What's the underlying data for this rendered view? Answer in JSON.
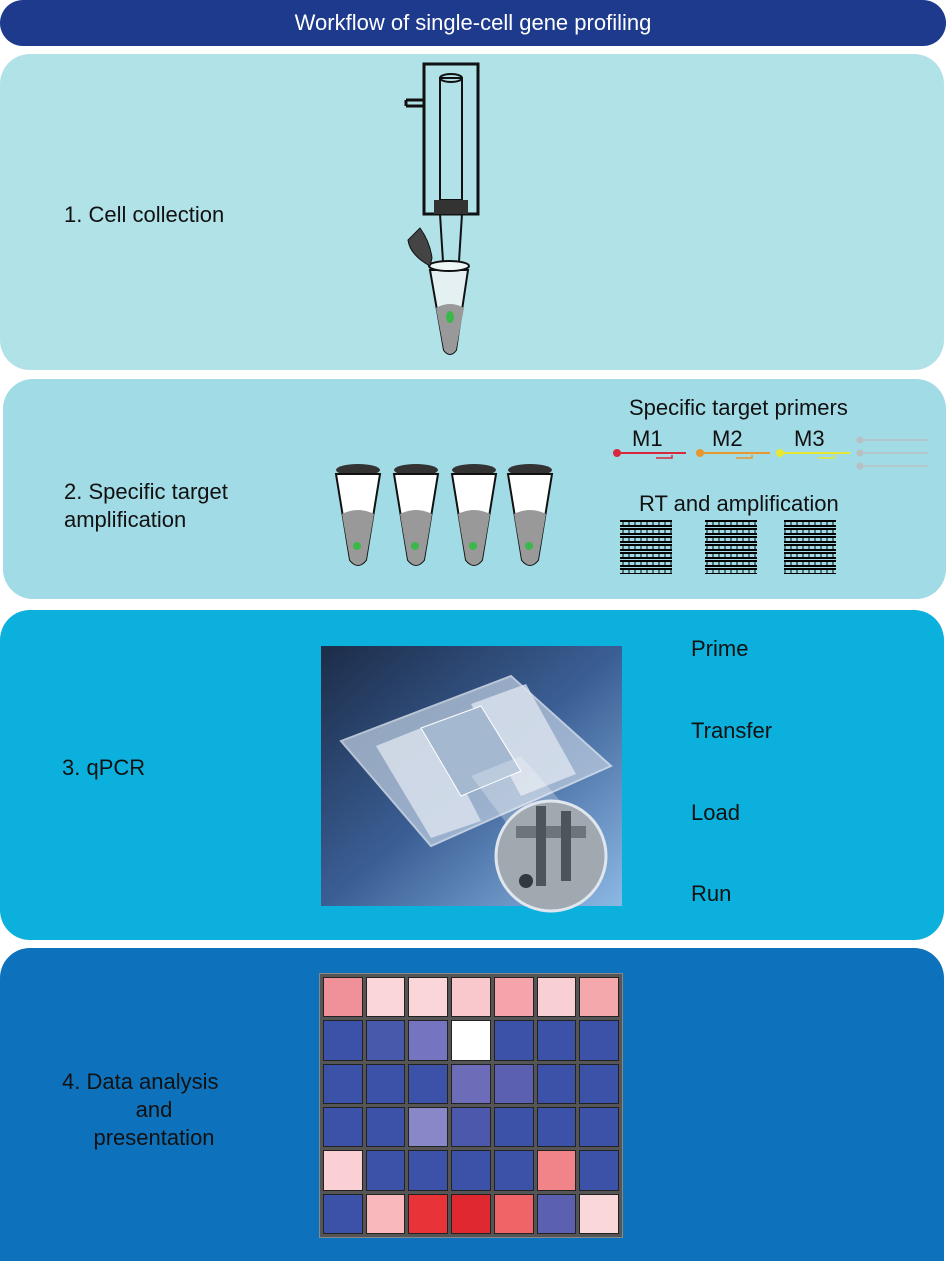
{
  "header": {
    "title": "Workflow of single-cell gene profiling"
  },
  "steps": [
    {
      "label": "1. Cell collection"
    },
    {
      "label_line1": "2. Specific target",
      "label_line2": "amplification"
    },
    {
      "label": "3. qPCR"
    },
    {
      "label_line1": "4. Data analysis",
      "label_line2": "and",
      "label_line3": "presentation"
    }
  ],
  "amplification": {
    "primers_title": "Specific target primers",
    "primers": [
      {
        "name": "M1",
        "color": "#d8283c"
      },
      {
        "name": "M2",
        "color": "#e8982c"
      },
      {
        "name": "M3",
        "color": "#e8e832"
      }
    ],
    "rt_title": "RT and amplification"
  },
  "qpcr": {
    "steps": [
      "Prime",
      "Transfer",
      "Load",
      "Run"
    ]
  },
  "heatmap": {
    "colors": [
      [
        "#f09098",
        "#fad6d8",
        "#fad6d8",
        "#f8c8cc",
        "#f4a4aa",
        "#f8d0d4",
        "#f4a8ac"
      ],
      [
        "#3c52a8",
        "#4858aa",
        "#7474c0",
        "#ffffff",
        "#3c52a8",
        "#3c52a8",
        "#3c52a8"
      ],
      [
        "#3c52a8",
        "#3c52a8",
        "#3c52a8",
        "#6c6cb8",
        "#5c60b0",
        "#3c52a8",
        "#3c52a8"
      ],
      [
        "#3c52a8",
        "#3c52a8",
        "#8888c8",
        "#4c58ac",
        "#3c52a8",
        "#3c52a8",
        "#3c52a8"
      ],
      [
        "#fad0d4",
        "#3c52a8",
        "#3c52a8",
        "#3c52a8",
        "#3c52a8",
        "#f08488",
        "#3c52a8"
      ],
      [
        "#3c52a8",
        "#f8b8bc",
        "#e83438",
        "#e02830",
        "#f06468",
        "#5c60b0",
        "#fad8da"
      ]
    ]
  }
}
